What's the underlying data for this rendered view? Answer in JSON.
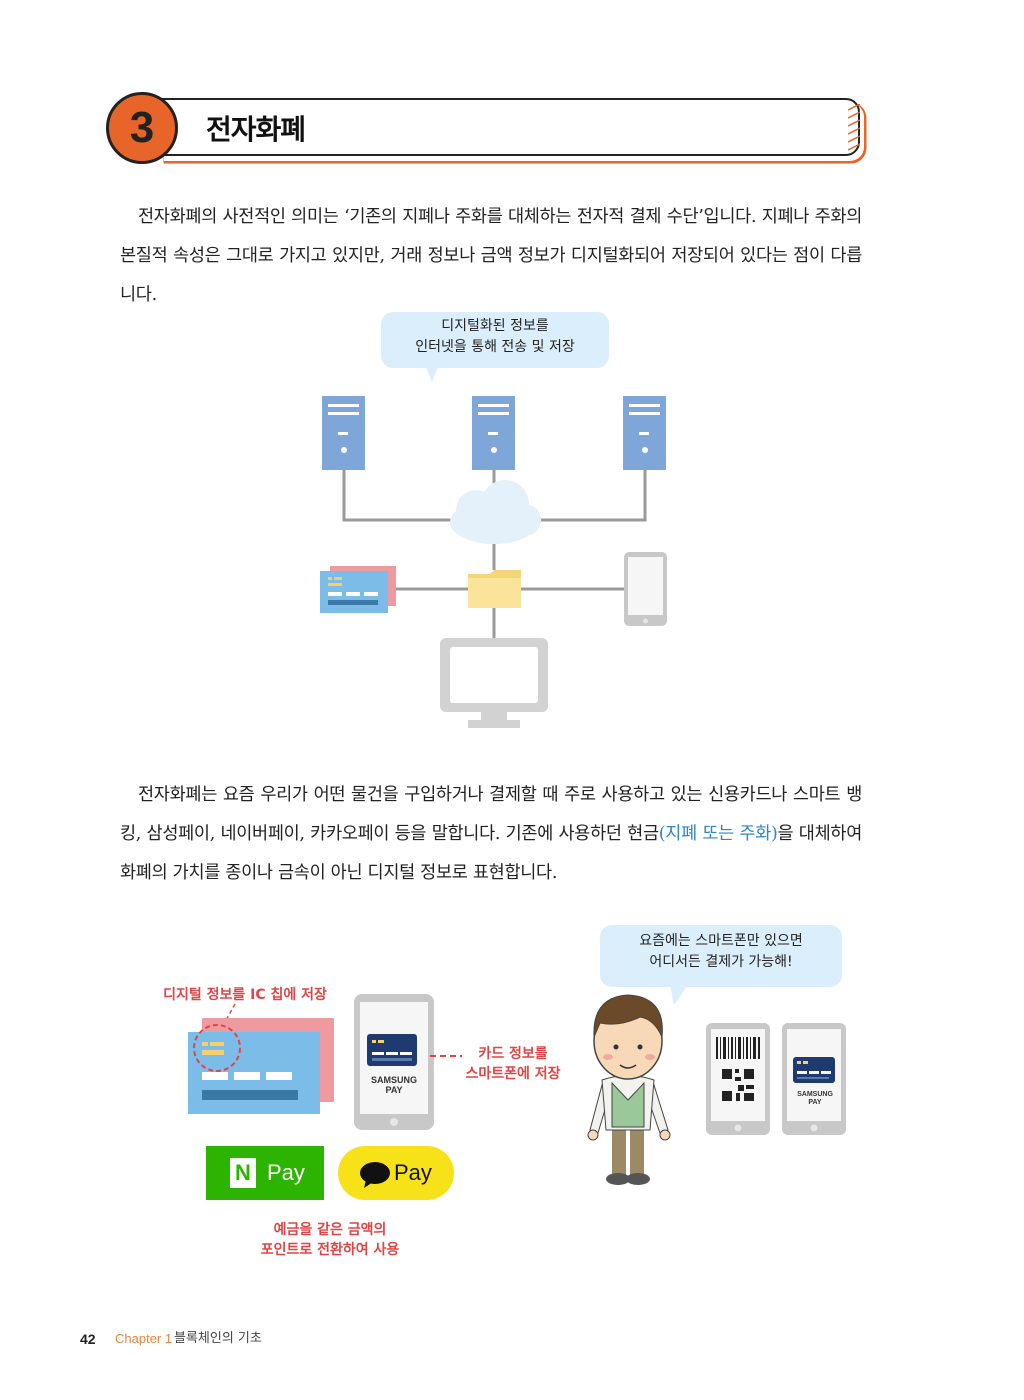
{
  "section": {
    "number": "3",
    "title": "전자화폐"
  },
  "paragraph1": "전자화폐의 사전적인 의미는 ‘기존의 지폐나 주화를 대체하는 전자적 결제 수단’입니다. 지폐나 주화의 본질적 속성은 그대로 가지고 있지만, 거래 정보나 금액 정보가 디지털화되어 저장되어 있다는 점이 다릅니다.",
  "diagram1": {
    "bubble": [
      "디지털화된 정보를",
      "인터넷을 통해 전송 및 저장"
    ],
    "icons": [
      "server-icon",
      "cloud-icon",
      "credit-card-icon",
      "folder-icon",
      "smartphone-icon",
      "monitor-icon"
    ]
  },
  "paragraph2": {
    "before": "전자화폐는 요즘 우리가 어떤 물건을 구입하거나 결제할 때 주로 사용하고 있는 신용카드나 스마트 뱅킹, 삼성페이, 네이버페이, 카카오페이 등을 말합니다. 기존에 사용하던 현금",
    "highlight": "(지폐 또는 주화)",
    "after": "을 대체하여 화폐의 가치를 종이나 금속이 아닌 디지털 정보로 표현합니다."
  },
  "diagram2": {
    "ic_label": "디지털 정보를 IC 칩에 저장",
    "card_label": [
      "카드 정보를",
      "스마트폰에 저장"
    ],
    "samsung_pay": [
      "SAMSUNG",
      "PAY"
    ],
    "npay": {
      "n": "N",
      "pay": "Pay"
    },
    "kakaopay": "Pay",
    "points_label": [
      "예금을 같은 금액의",
      "포인트로 전환하여 사용"
    ],
    "bubble": [
      "요즘에는 스마트폰만 있으면",
      "어디서든 결제가 가능해!"
    ],
    "colors": {
      "red": "#e04545",
      "blue_card": "#7bbde8",
      "pink_card": "#ef9a9e",
      "npay_green": "#2db400",
      "kakao_yellow": "#f7e21a"
    }
  },
  "footer": {
    "page": "42",
    "chapter": "Chapter 1",
    "title": "블록체인의 기초"
  }
}
